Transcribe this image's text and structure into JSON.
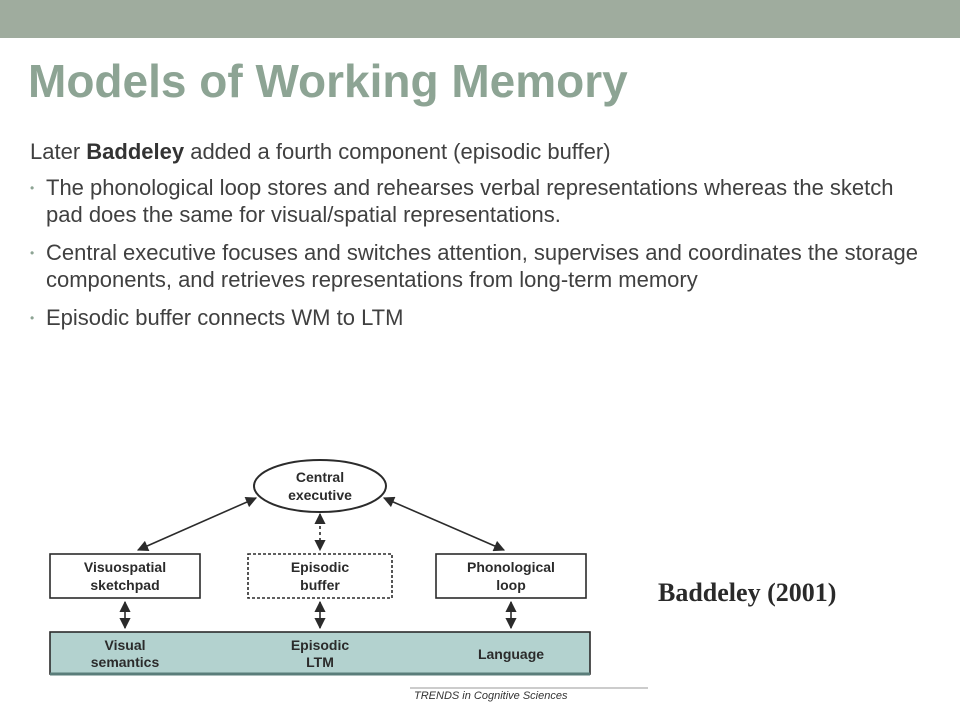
{
  "slide": {
    "title": "Models of Working Memory",
    "intro": {
      "prefix": "Later ",
      "emphasis": "Baddeley",
      "suffix": " added a fourth component (episodic buffer)"
    },
    "bullets": [
      "The phonological loop stores and rehearses verbal representations whereas the sketch pad does the same for visual/spatial representations.",
      "Central executive focuses and switches attention, supervises and coordinates the storage components, and retrieves representations from long-term memory",
      "Episodic buffer connects WM to LTM"
    ],
    "citation": "Baddeley (2001)"
  },
  "diagram": {
    "central_executive": [
      "Central",
      "executive"
    ],
    "visuospatial": [
      "Visuospatial",
      "sketchpad"
    ],
    "episodic_buffer": [
      "Episodic",
      "buffer"
    ],
    "phonological": [
      "Phonological",
      "loop"
    ],
    "visual_semantics": [
      "Visual",
      "semantics"
    ],
    "episodic_ltm": [
      "Episodic",
      "LTM"
    ],
    "language": "Language",
    "credit": "TRENDS in Cognitive Sciences",
    "colors": {
      "ltm_band": "#b3d2cf",
      "line": "#2b2b2b"
    }
  },
  "theme": {
    "band": "#9fac9e",
    "title": "#8da494",
    "text": "#404040"
  }
}
